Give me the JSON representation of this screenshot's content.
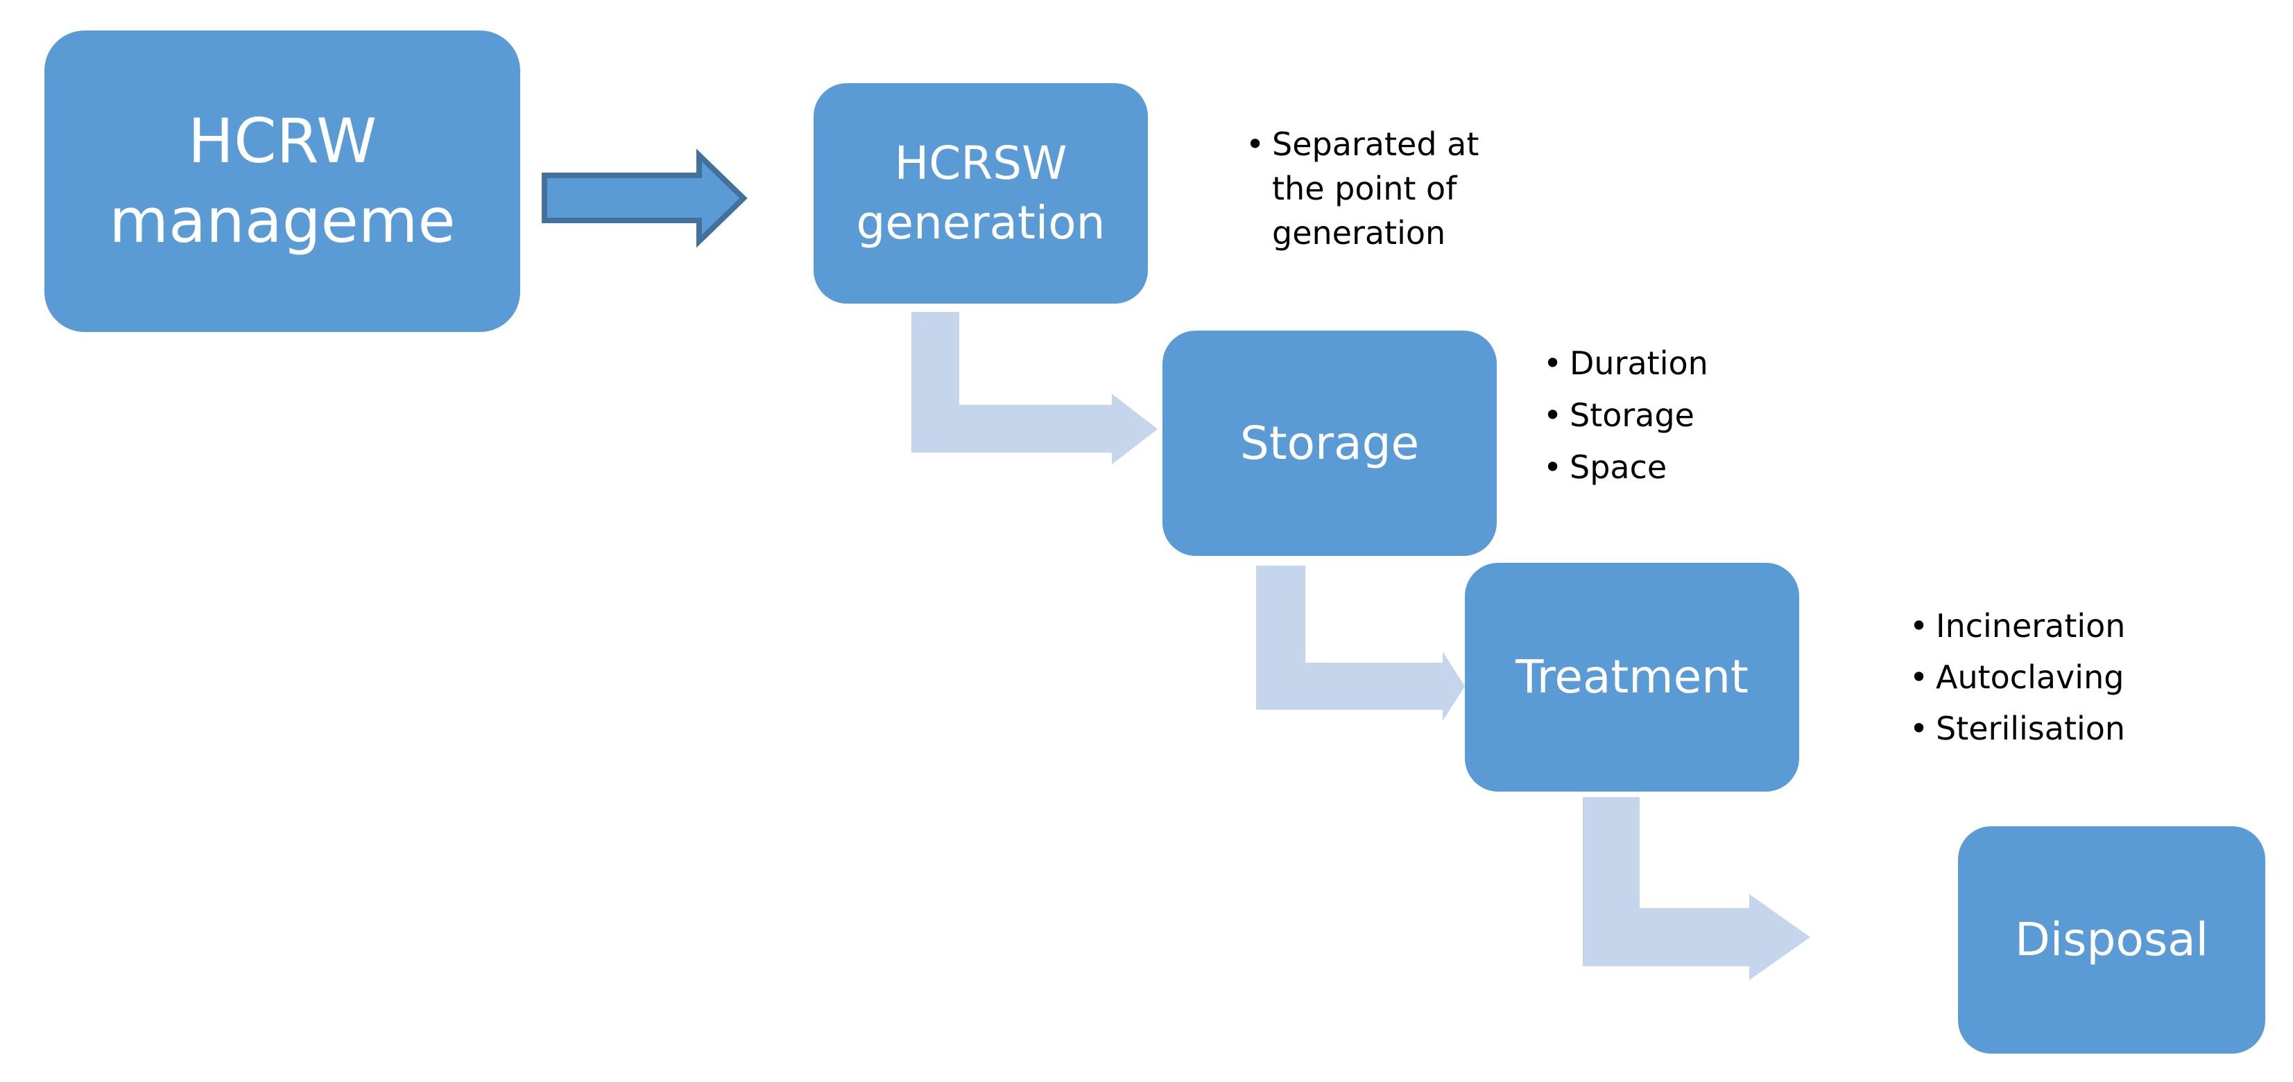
{
  "steps": {
    "main": {
      "line1": "HCRW",
      "line2": "manageme"
    },
    "generation": {
      "line1": "HCRSW",
      "line2": "generation"
    },
    "storage": {
      "label": "Storage"
    },
    "treatment": {
      "label": "Treatment"
    },
    "disposal": {
      "label": "Disposal"
    }
  },
  "notes": {
    "generation": {
      "lines": [
        "Separated at",
        "the point of",
        "generation"
      ]
    },
    "storage": {
      "items": [
        "Duration",
        "Storage",
        "Space"
      ]
    },
    "treatment": {
      "items": [
        "Incineration",
        "Autoclaving",
        "Sterilisation"
      ]
    }
  },
  "colors": {
    "box_fill": "#5b9bd5",
    "main_arrow_fill": "#5b9bd5",
    "main_arrow_stroke": "#41719c",
    "connector_arrow_fill": "#c5d6ec",
    "box_text": "#ffffff",
    "note_text": "#000000"
  },
  "icons": {
    "main_arrow": "right-block-arrow-icon",
    "connector": "bent-arrow-icon"
  }
}
